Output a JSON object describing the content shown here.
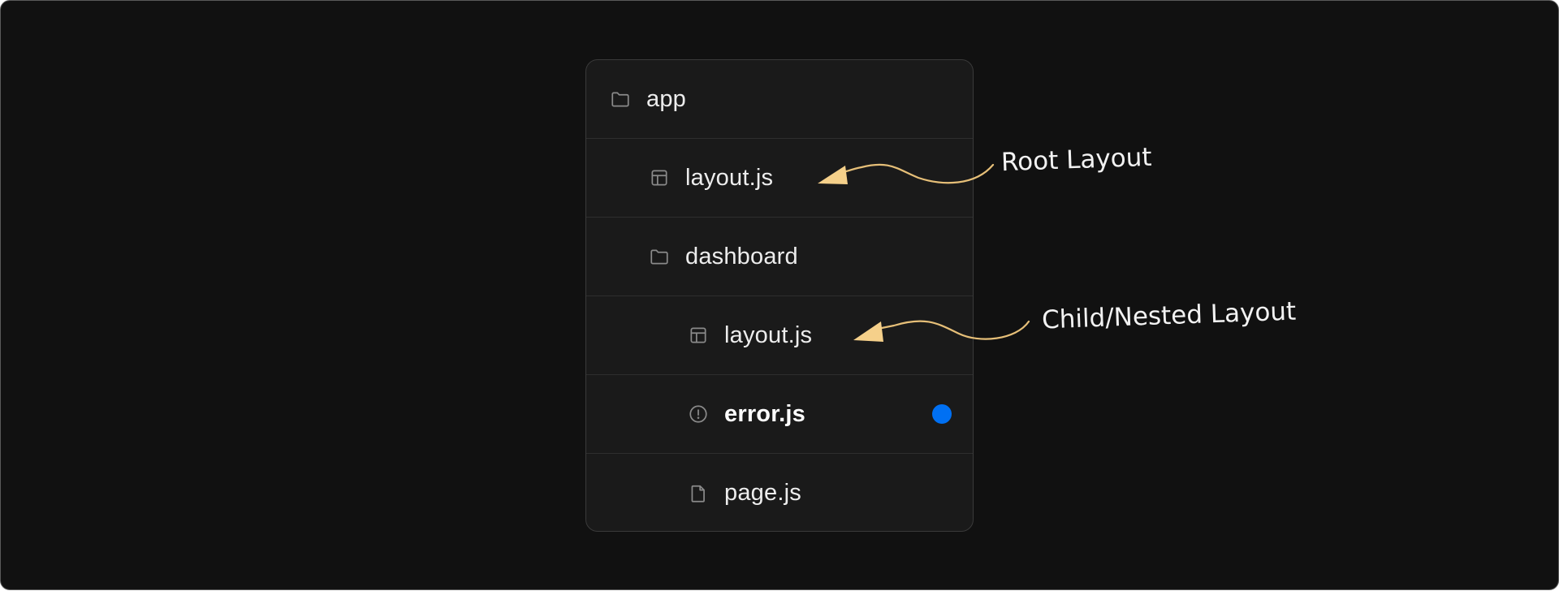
{
  "tree": {
    "rows": [
      {
        "label": "app",
        "icon": "folder-icon",
        "indent": 0,
        "bold": false
      },
      {
        "label": "layout.js",
        "icon": "layout-icon",
        "indent": 1,
        "bold": false
      },
      {
        "label": "dashboard",
        "icon": "folder-icon",
        "indent": 1,
        "bold": false
      },
      {
        "label": "layout.js",
        "icon": "layout-icon",
        "indent": 2,
        "bold": false
      },
      {
        "label": "error.js",
        "icon": "alert-circle-icon",
        "indent": 2,
        "bold": true,
        "dot_color": "#0070f3"
      },
      {
        "label": "page.js",
        "icon": "file-icon",
        "indent": 2,
        "bold": false
      }
    ]
  },
  "annotations": {
    "root": "Root Layout",
    "child": "Child/Nested Layout"
  },
  "colors": {
    "background": "#111111",
    "card": "#1a1a1a",
    "arrow": "#f5d08a",
    "highlight_dot": "#0070f3"
  }
}
